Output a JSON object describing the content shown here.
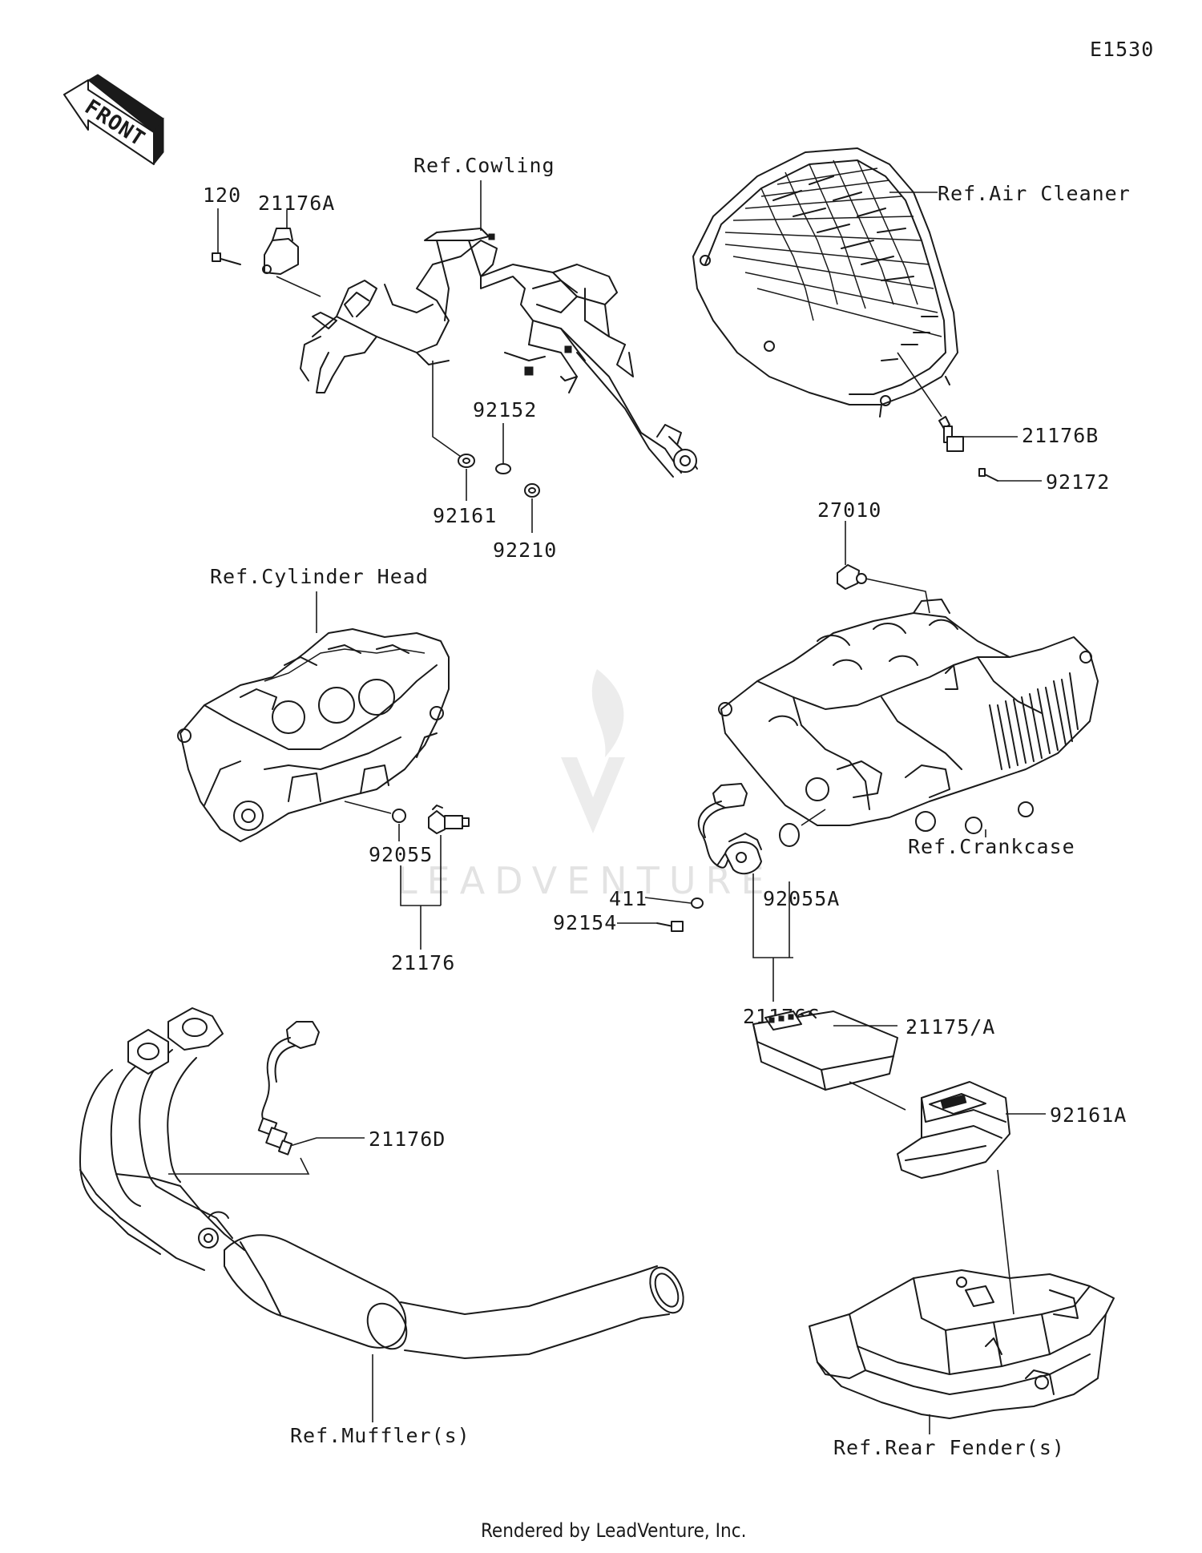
{
  "diagram_code": "E1530",
  "front_arrow": "FRONT",
  "labels": {
    "p120": "120",
    "p21176A": "21176A",
    "ref_cowling": "Ref.Cowling",
    "ref_air_cleaner": "Ref.Air Cleaner",
    "p21176B": "21176B",
    "p92172": "92172",
    "p92152": "92152",
    "p92161": "92161",
    "p92210": "92210",
    "p27010": "27010",
    "ref_cylinder_head": "Ref.Cylinder Head",
    "p92055": "92055",
    "p21176": "21176",
    "ref_crankcase": "Ref.Crankcase",
    "p411": "411",
    "p92154": "92154",
    "p92055A": "92055A",
    "p21176C": "21176C",
    "p21176D": "21176D",
    "p21175A": "21175/A",
    "p92161A": "92161A",
    "ref_mufflers": "Ref.Muffler(s)",
    "ref_rear_fenders": "Ref.Rear Fender(s)"
  },
  "watermark": "LEADVENTURE",
  "footer": "Rendered by LeadVenture, Inc."
}
